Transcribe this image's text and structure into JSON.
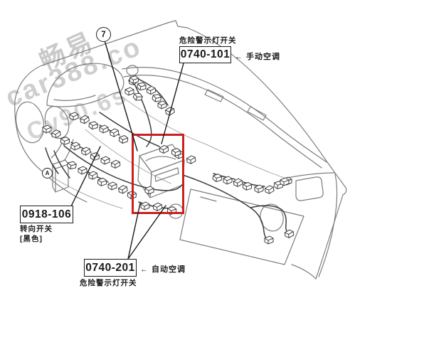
{
  "title": "dashboard-wiring-diagram",
  "colors": {
    "highlight": "#cb2020",
    "harness": "#3d3d3d",
    "outline": "#7d7d7d",
    "watermark": "#c9c9c9"
  },
  "watermark": {
    "line1": "畅易",
    "line2": "car388.co",
    "line3": "Cy90.6s"
  },
  "callouts": {
    "hazard_manual": {
      "label_above": "危险警示灯开关",
      "part_number": "0740-101",
      "note": "← 手动空调"
    },
    "steering": {
      "part_number": "0918-106",
      "name": "转向开关",
      "color_note": "[黑色]"
    },
    "hazard_auto": {
      "part_number": "0740-201",
      "note": "← 自动空调",
      "label_below": "危险警示灯开关"
    }
  },
  "markers": {
    "item7": "7",
    "itemA": "A"
  }
}
